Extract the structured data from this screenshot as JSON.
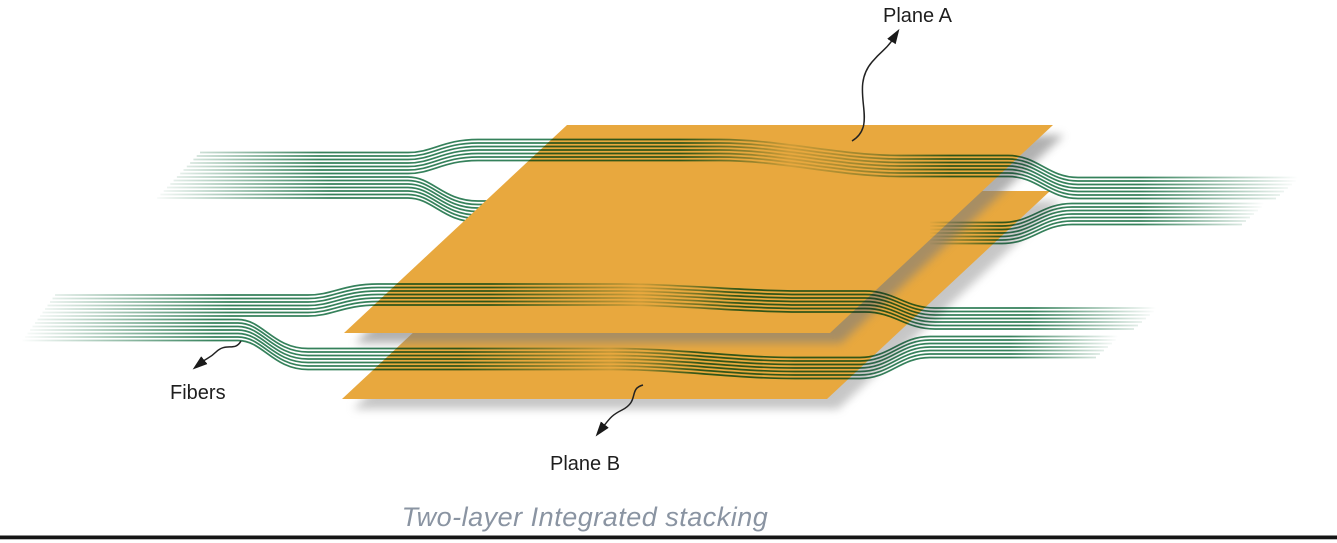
{
  "diagram": {
    "caption": "Two-layer Integrated stacking",
    "labels": {
      "plane_a": "Plane A",
      "plane_b": "Plane B",
      "fibers": "Fibers"
    },
    "fiber_bundles": {
      "groups": 4,
      "fibers_per_bundle": 7
    },
    "colors": {
      "plane_fill": "#E8A83E",
      "fiber_green": "#35815B",
      "shadow_gray": "#8F8F8F",
      "label_text": "#1E1E1E",
      "caption_text": "#8A94A2",
      "bottom_rule": "#151515"
    }
  }
}
